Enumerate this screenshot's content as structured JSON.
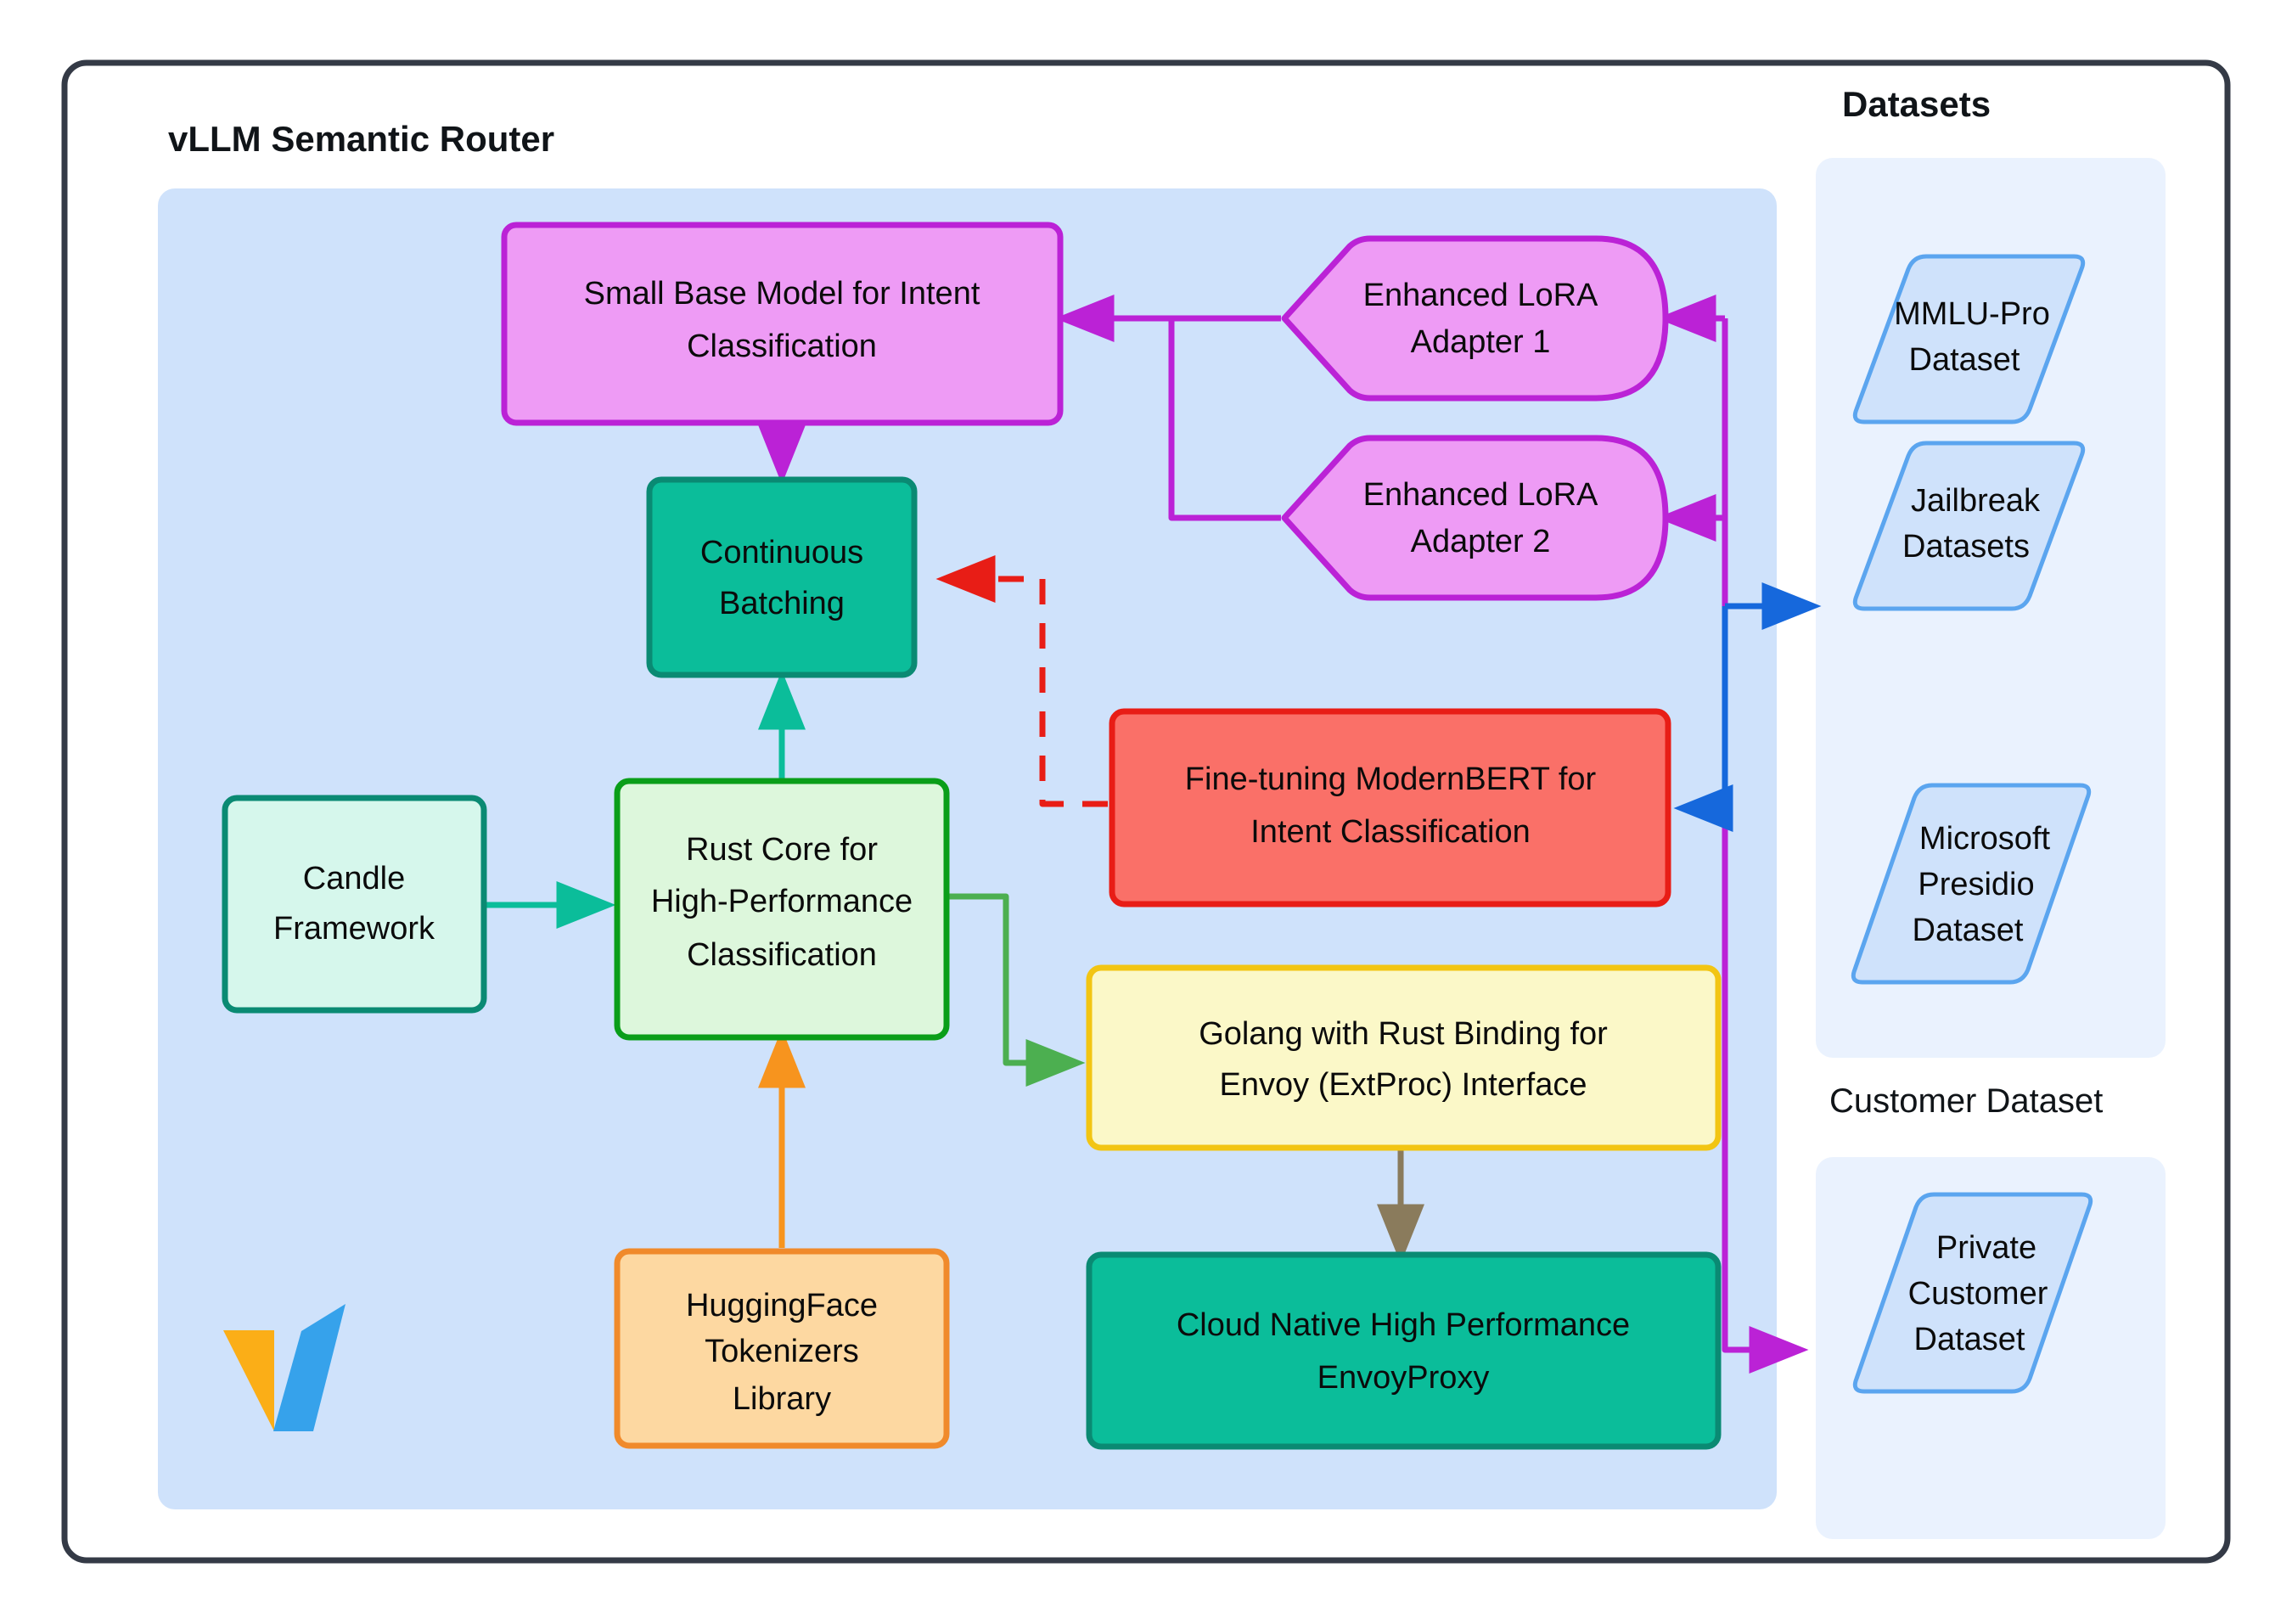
{
  "diagram": {
    "type": "flowchart",
    "outer_frame": {
      "border_color": "#343a46",
      "background": "#ffffff"
    },
    "titles": {
      "router_title": "vLLM Semantic Router",
      "datasets_title": "Datasets",
      "customer_dataset_title": "Customer Dataset"
    },
    "panels": {
      "router_panel_color": "#cfe2fb",
      "datasets_panel_color": "#eaf2fe"
    },
    "nodes": [
      {
        "id": "base_model",
        "label_parts": [
          "Small ",
          "Base Model",
          " for Intent"
        ],
        "line2": "Classification",
        "shape": "rect",
        "fill": "#ee9bf5",
        "stroke": "#bb22d6"
      },
      {
        "id": "lora1",
        "label": "Enhanced LoRA",
        "line2": "Adapter 1",
        "shape": "hexagon",
        "fill": "#ee9bf5",
        "stroke": "#bb22d6"
      },
      {
        "id": "lora2",
        "label": "Enhanced LoRA",
        "line2": "Adapter 2",
        "shape": "hexagon",
        "fill": "#ee9bf5",
        "stroke": "#bb22d6"
      },
      {
        "id": "continuous_batching",
        "label": "Continuous",
        "line2": "Batching",
        "shape": "rect",
        "fill": "#0bbd9a",
        "stroke": "#0a8a73"
      },
      {
        "id": "modernbert",
        "label_parts": [
          "Fine-tuning ",
          "ModernBERT",
          " for"
        ],
        "line2": "Intent Classification",
        "shape": "rect",
        "fill": "#fa7068",
        "stroke": "#e81d16"
      },
      {
        "id": "candle",
        "label": "Candle",
        "line2": "Framework",
        "shape": "rect",
        "fill": "#d6f7ec",
        "stroke": "#0a8a73"
      },
      {
        "id": "rust_core",
        "label": "Rust Core for",
        "line2": "High-Performance",
        "line3": "Classification",
        "shape": "rect",
        "fill": "#ddf7dc",
        "stroke": "#0a9e19"
      },
      {
        "id": "hf_tokenizers",
        "label": "HuggingFace",
        "line2": "Tokenizers",
        "line3": "Library",
        "shape": "rect",
        "fill": "#fdd8a1",
        "stroke": "#f08a2b"
      },
      {
        "id": "golang_extproc",
        "label": "Golang with Rust Binding for",
        "line2": "Envoy (ExtProc) Interface",
        "shape": "rect",
        "fill": "#fbf8c8",
        "stroke": "#f2c513"
      },
      {
        "id": "envoy_proxy",
        "label": "Cloud Native High Performance",
        "line2": "EnvoyProxy",
        "shape": "rect",
        "fill": "#0bbd9a",
        "stroke": "#0a8a73"
      },
      {
        "id": "mmlu_pro",
        "label": "MMLU-Pro",
        "line2": "Dataset",
        "shape": "parallelogram",
        "fill": "#cfe2fb",
        "stroke": "#5ba5ef"
      },
      {
        "id": "jailbreak",
        "label": "Jailbreak",
        "line2": "Datasets",
        "shape": "parallelogram",
        "fill": "#cfe2fb",
        "stroke": "#5ba5ef"
      },
      {
        "id": "presidio",
        "label": "Microsoft",
        "line2": "Presidio",
        "line3": "Dataset",
        "shape": "parallelogram",
        "fill": "#cfe2fb",
        "stroke": "#5ba5ef"
      },
      {
        "id": "private_customer",
        "label": "Private",
        "line2": "Customer",
        "line3": "Dataset",
        "shape": "parallelogram",
        "fill": "#cfe2fb",
        "stroke": "#5ba5ef"
      }
    ],
    "edges": [
      {
        "from": "lora1",
        "to": "base_model",
        "color": "#bb22d6",
        "style": "solid"
      },
      {
        "from": "lora2",
        "to": "base_model",
        "color": "#bb22d6",
        "style": "solid"
      },
      {
        "from": "base_model",
        "to": "continuous_batching",
        "color": "#bb22d6",
        "style": "solid"
      },
      {
        "from": "modernbert",
        "to": "continuous_batching",
        "color": "#e81d16",
        "style": "dashed"
      },
      {
        "from": "candle",
        "to": "rust_core",
        "color": "#0bbd9a",
        "style": "solid"
      },
      {
        "from": "rust_core",
        "to": "continuous_batching",
        "color": "#0bbd9a",
        "style": "solid"
      },
      {
        "from": "hf_tokenizers",
        "to": "rust_core",
        "color": "#f7941e",
        "style": "solid"
      },
      {
        "from": "rust_core",
        "to": "golang_extproc",
        "color": "#4caf50",
        "style": "solid"
      },
      {
        "from": "golang_extproc",
        "to": "envoy_proxy",
        "color": "#8a7b5c",
        "style": "solid"
      },
      {
        "from": "jailbreak",
        "to": "modernbert",
        "color": "#1668dc",
        "style": "solid"
      },
      {
        "from": "datasets_trunk",
        "to": "jailbreak",
        "color": "#1668dc",
        "style": "solid"
      },
      {
        "from": "datasets_trunk",
        "to": "private_customer",
        "color": "#bb22d6",
        "style": "solid"
      }
    ],
    "logo": {
      "name": "vllm-logo",
      "orange": "#fbae17",
      "blue": "#36a2eb"
    }
  }
}
